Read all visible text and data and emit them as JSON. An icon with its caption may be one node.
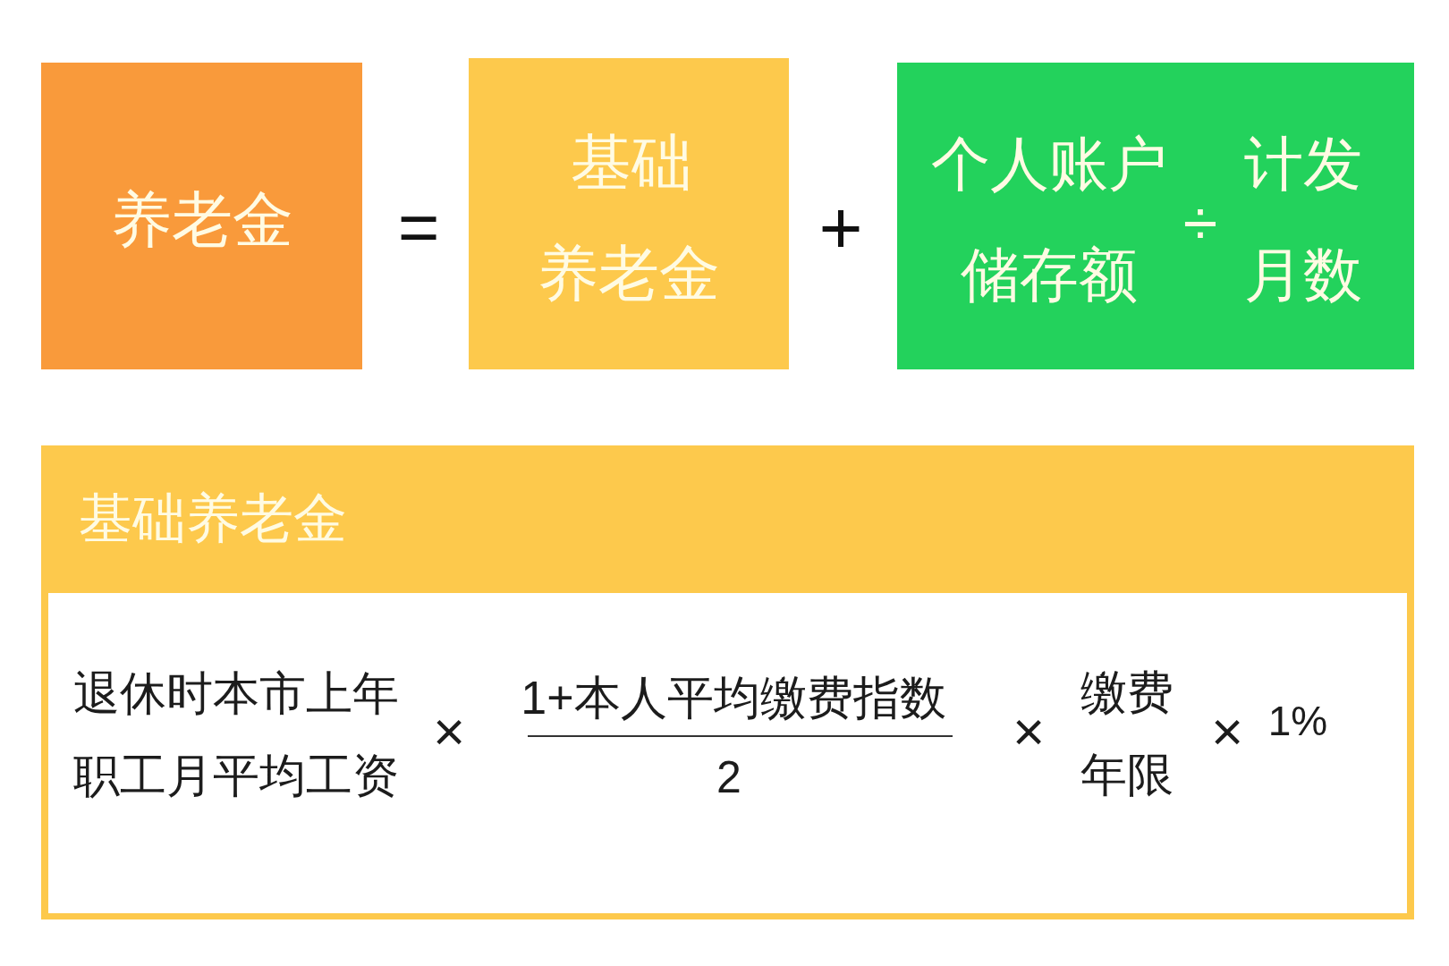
{
  "diagram": {
    "nodes": [
      {
        "text": [
          "养老金"
        ]
      },
      {
        "text": [
          "基础养老金"
        ]
      },
      {
        "text": [
          "个人账户储存额",
          "÷",
          "计发月数"
        ]
      },
      {
        "text": [
          "基础养老金"
        ]
      },
      {
        "text": [
          "退休时本市上年职工月平均工资",
          "×",
          "1+本人平均缴费指数",
          "2",
          "×",
          "缴费年限",
          "×",
          "1%"
        ],
        "in": 3
      }
    ],
    "labels": [
      "=",
      "+"
    ]
  }
}
